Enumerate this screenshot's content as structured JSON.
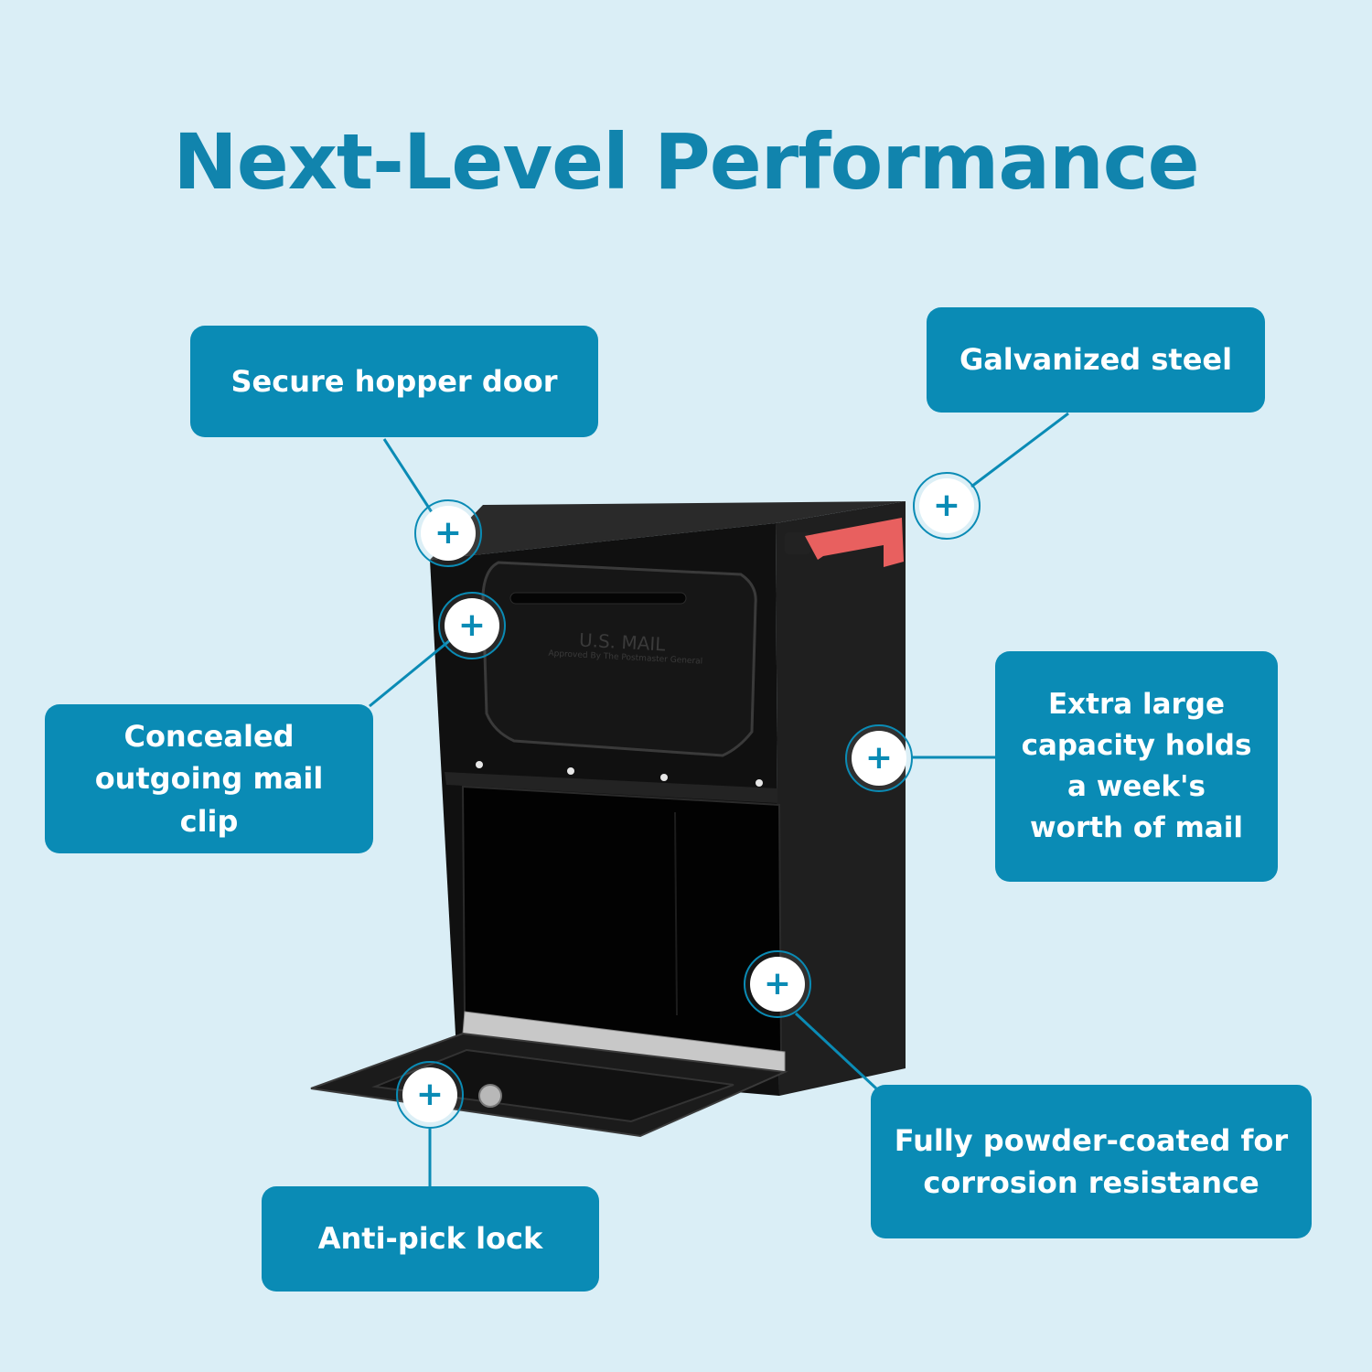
{
  "page": {
    "title": "Next-Level Performance",
    "accent_color": "#0a8bb5",
    "background_color": "#daeef6"
  },
  "product": {
    "stamp_title": "U.S. MAIL",
    "stamp_subtitle": "Approved By The Postmaster General",
    "body_color": "#141414",
    "flag_color": "#e8605f"
  },
  "callouts": [
    {
      "label": "Secure hopper door",
      "icon": "plus-icon"
    },
    {
      "label": "Galvanized steel",
      "icon": "plus-icon"
    },
    {
      "label": "Concealed outgoing mail clip",
      "icon": "plus-icon"
    },
    {
      "label": "Extra large capacity holds a week's worth of mail",
      "icon": "plus-icon"
    },
    {
      "label": "Fully powder-coated for corrosion resistance",
      "icon": "plus-icon"
    },
    {
      "label": "Anti-pick lock",
      "icon": "plus-icon"
    }
  ],
  "hotspot_symbol": "+"
}
